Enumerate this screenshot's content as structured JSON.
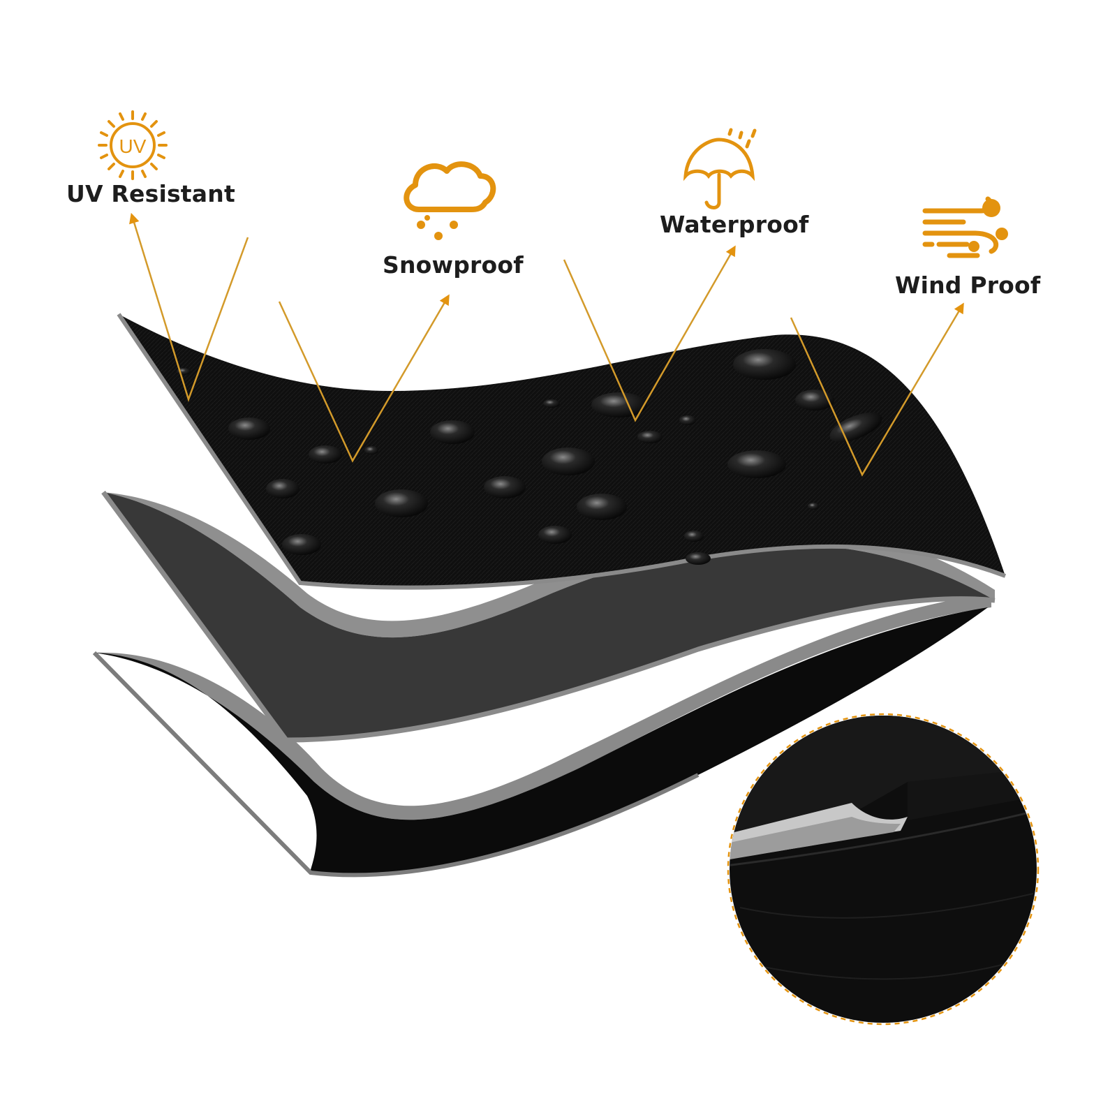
{
  "colors": {
    "accent": "#e3930f",
    "label": "#1d1d1d",
    "background": "#ffffff",
    "fabric_dark": "#111111",
    "fabric_mid": "#3a3a3a",
    "fabric_edge": "#8c8c8c"
  },
  "features": [
    {
      "label": "UV Resistant",
      "icon": "sun-uv-icon",
      "icon_text": "UV"
    },
    {
      "label": "Snowproof",
      "icon": "snow-cloud-icon"
    },
    {
      "label": "Waterproof",
      "icon": "umbrella-rain-icon"
    },
    {
      "label": "Wind Proof",
      "icon": "wind-icon"
    }
  ],
  "detail_inset": {
    "icon": "fabric-detail-zoom",
    "border_style": "dashed"
  }
}
